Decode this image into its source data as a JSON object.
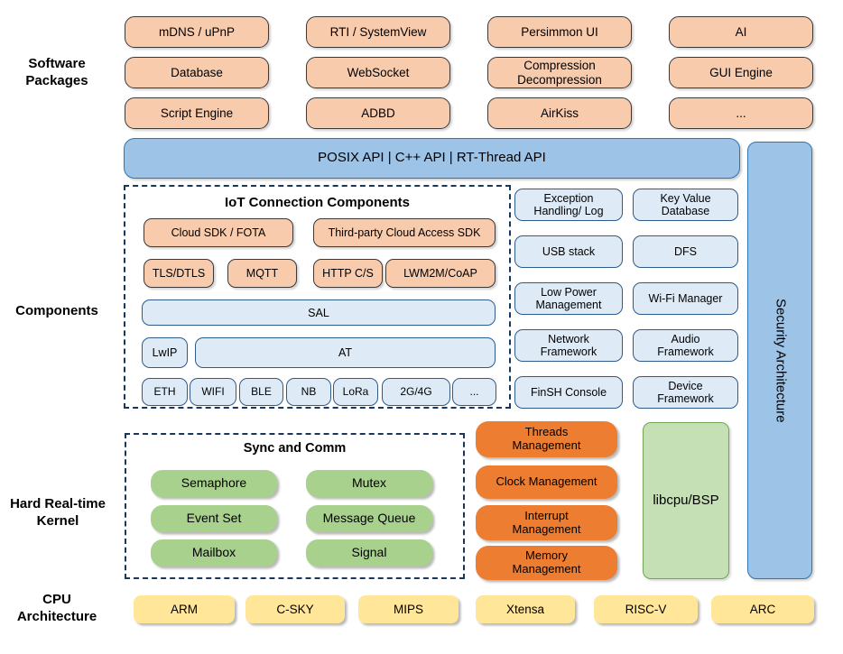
{
  "section_labels": {
    "software_packages": "Software\nPackages",
    "components": "Components",
    "kernel": "Hard Real-time\nKernel",
    "cpu": "CPU\nArchitecture"
  },
  "packages": [
    "mDNS / uPnP",
    "RTI / SystemView",
    "Persimmon UI",
    "AI",
    "Database",
    "WebSocket",
    "Compression\nDecompression",
    "GUI Engine",
    "Script Engine",
    "ADBD",
    "AirKiss",
    "..."
  ],
  "api_bar": {
    "label": "POSIX API  |  C++ API  |  RT-Thread API"
  },
  "security_bar": {
    "label": "Security Architecture"
  },
  "iot": {
    "title": "IoT Connection Components",
    "cloud_sdk": "Cloud SDK / FOTA",
    "third_party": "Third-party Cloud Access SDK",
    "protocols": [
      "TLS/DTLS",
      "MQTT",
      "HTTP C/S",
      "LWM2M/CoAP"
    ],
    "sal": "SAL",
    "lwip": "LwIP",
    "at": "AT",
    "links": [
      "ETH",
      "WIFI",
      "BLE",
      "NB",
      "LoRa",
      "2G/4G",
      "..."
    ]
  },
  "components": [
    "Exception\nHandling/ Log",
    "Key Value\nDatabase",
    "USB stack",
    "DFS",
    "Low Power\nManagement",
    "Wi-Fi Manager",
    "Network\nFramework",
    "Audio\nFramework",
    "FinSH Console",
    "Device\nFramework"
  ],
  "kernel": {
    "sync_title": "Sync and Comm",
    "sync_items": [
      "Semaphore",
      "Mutex",
      "Event Set",
      "Message Queue",
      "Mailbox",
      "Signal"
    ],
    "management": [
      "Threads\nManagement",
      "Clock Management",
      "Interrupt\nManagement",
      "Memory\nManagement"
    ],
    "libcpu": "libcpu/BSP"
  },
  "cpu_archs": [
    "ARM",
    "C-SKY",
    "MIPS",
    "Xtensa",
    "RISC-V",
    "ARC"
  ],
  "colors": {
    "package_fill": "#F8CBAD",
    "package_border": "#3B3838",
    "api_fill": "#9DC3E6",
    "api_border": "#2E75B6",
    "light_fill": "#DEEBF7",
    "light_border": "#2E5C8A",
    "dash_border": "#17375E",
    "green_fill": "#A9D18E",
    "mgmt_fill": "#ED7D31",
    "libcpu_fill": "#C5E0B4",
    "libcpu_border": "#6FA653",
    "cpu_fill": "#FFE699"
  }
}
